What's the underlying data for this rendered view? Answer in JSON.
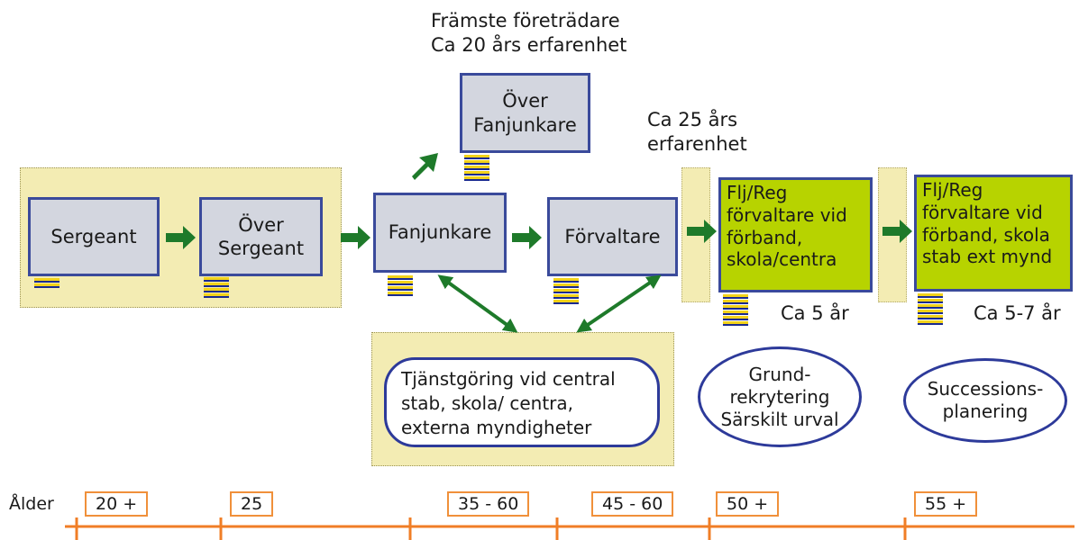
{
  "top_note": "Främste företrädare\nCa 20 års erfarenhet",
  "right_note": "Ca 25 års\nerfarenhet",
  "ranks": {
    "sergeant": "Sergeant",
    "over_sergeant": "Över\nSergeant",
    "over_fanjunkare": "Över\nFanjunkare",
    "fanjunkare": "Fanjunkare",
    "forvaltare": "Förvaltare",
    "flj_reg_1": "Flj/Reg\nförvaltare vid\nförband,\nskola/centra",
    "flj_reg_2": "Flj/Reg\nförvaltare vid\nförband, skola\nstab ext mynd"
  },
  "durations": {
    "first": "Ca 5 år",
    "second": "Ca 5-7 år"
  },
  "service_box": "Tjänstgöring vid central\nstab, skola/ centra,\nexterna myndigheter",
  "ovals": {
    "recruitment": "Grund-\nrekrytering\nSärskilt urval",
    "succession": "Successions-\nplanering"
  },
  "age_axis": {
    "label": "Ålder",
    "ages": [
      "20 +",
      "25",
      "35 - 60",
      "45 - 60",
      "50 +",
      "55 +"
    ]
  },
  "colors": {
    "arrow_green": "#1e7a2a",
    "box_border": "#3a4a9b",
    "box_fill": "#d3d6df",
    "highlight_fill": "#b7d300",
    "zone_fill": "#f3ecb3",
    "timeline": "#f07e26",
    "stripe_yellow": "#f2d21a",
    "stripe_blue": "#1a2a8f"
  }
}
